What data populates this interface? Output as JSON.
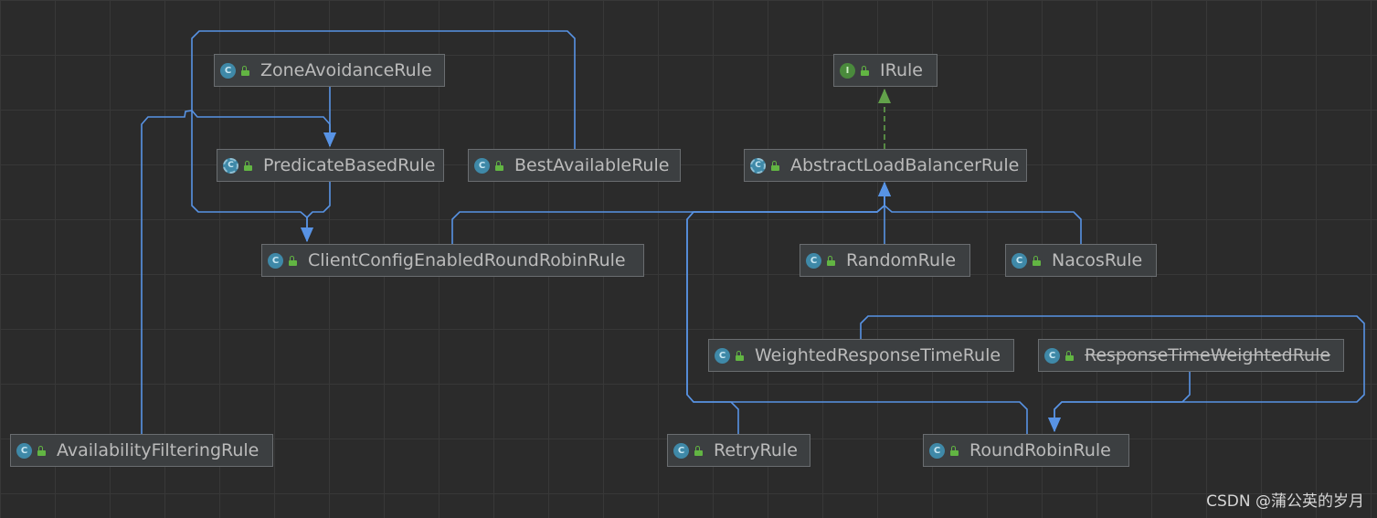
{
  "colors": {
    "background": "#2b2b2b",
    "node_fill": "#3c3f41",
    "node_border": "#6a6d70",
    "extends_edge": "#5893e4",
    "implements_edge": "#62a14a",
    "class_badge": "#3f89a8",
    "interface_badge": "#4a8a3c",
    "text": "#bbbbbb"
  },
  "icons": {
    "class": "class-icon",
    "interface": "interface-icon",
    "abstract": "abstract-class-icon",
    "visibility": "public-lock-icon"
  },
  "nodes": [
    {
      "id": "zone_avoidance_rule",
      "label": "ZoneAvoidanceRule",
      "kind": "class",
      "badge": "C",
      "deprecated": false
    },
    {
      "id": "irule",
      "label": "IRule",
      "kind": "interface",
      "badge": "I",
      "deprecated": false
    },
    {
      "id": "predicate_based_rule",
      "label": "PredicateBasedRule",
      "kind": "abstract",
      "badge": "C",
      "deprecated": false
    },
    {
      "id": "best_available_rule",
      "label": "BestAvailableRule",
      "kind": "class",
      "badge": "C",
      "deprecated": false
    },
    {
      "id": "abstract_load_balancer_rule",
      "label": "AbstractLoadBalancerRule",
      "kind": "abstract",
      "badge": "C",
      "deprecated": false
    },
    {
      "id": "client_config_enabled_round_robin_rule",
      "label": "ClientConfigEnabledRoundRobinRule",
      "kind": "class",
      "badge": "C",
      "deprecated": false
    },
    {
      "id": "random_rule",
      "label": "RandomRule",
      "kind": "class",
      "badge": "C",
      "deprecated": false
    },
    {
      "id": "nacos_rule",
      "label": "NacosRule",
      "kind": "class",
      "badge": "C",
      "deprecated": false
    },
    {
      "id": "weighted_response_time_rule",
      "label": "WeightedResponseTimeRule",
      "kind": "class",
      "badge": "C",
      "deprecated": false
    },
    {
      "id": "response_time_weighted_rule",
      "label": "ResponseTimeWeightedRule",
      "kind": "class",
      "badge": "C",
      "deprecated": true
    },
    {
      "id": "availability_filtering_rule",
      "label": "AvailabilityFilteringRule",
      "kind": "class",
      "badge": "C",
      "deprecated": false
    },
    {
      "id": "retry_rule",
      "label": "RetryRule",
      "kind": "class",
      "badge": "C",
      "deprecated": false
    },
    {
      "id": "round_robin_rule",
      "label": "RoundRobinRule",
      "kind": "class",
      "badge": "C",
      "deprecated": false
    }
  ],
  "edges": [
    {
      "from": "zone_avoidance_rule",
      "to": "predicate_based_rule",
      "type": "extends"
    },
    {
      "from": "availability_filtering_rule",
      "to": "predicate_based_rule",
      "type": "extends"
    },
    {
      "from": "predicate_based_rule",
      "to": "client_config_enabled_round_robin_rule",
      "type": "extends"
    },
    {
      "from": "best_available_rule",
      "to": "client_config_enabled_round_robin_rule",
      "type": "extends"
    },
    {
      "from": "abstract_load_balancer_rule",
      "to": "irule",
      "type": "implements"
    },
    {
      "from": "client_config_enabled_round_robin_rule",
      "to": "abstract_load_balancer_rule",
      "type": "extends"
    },
    {
      "from": "random_rule",
      "to": "abstract_load_balancer_rule",
      "type": "extends"
    },
    {
      "from": "nacos_rule",
      "to": "abstract_load_balancer_rule",
      "type": "extends"
    },
    {
      "from": "retry_rule",
      "to": "abstract_load_balancer_rule",
      "type": "extends"
    },
    {
      "from": "round_robin_rule",
      "to": "abstract_load_balancer_rule",
      "type": "extends"
    },
    {
      "from": "weighted_response_time_rule",
      "to": "round_robin_rule",
      "type": "extends"
    },
    {
      "from": "response_time_weighted_rule",
      "to": "round_robin_rule",
      "type": "extends"
    }
  ],
  "watermark": "CSDN @蒲公英的岁月"
}
